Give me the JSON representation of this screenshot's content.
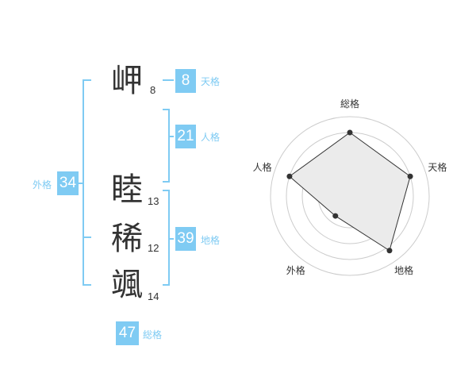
{
  "name": {
    "chars": [
      {
        "char": "岬",
        "strokes": "8"
      },
      {
        "char": "睦",
        "strokes": "13"
      },
      {
        "char": "稀",
        "strokes": "12"
      },
      {
        "char": "颯",
        "strokes": "14"
      }
    ]
  },
  "scores": {
    "tenkaku": {
      "value": "8",
      "label": "天格"
    },
    "jinkaku": {
      "value": "21",
      "label": "人格"
    },
    "chikaku": {
      "value": "39",
      "label": "地格"
    },
    "gaikaku": {
      "value": "34",
      "label": "外格"
    },
    "soukaku": {
      "value": "47",
      "label": "総格"
    }
  },
  "colors": {
    "accent": "#7fcbf3",
    "text": "#333333",
    "grid": "#cccccc",
    "fill": "#ebebeb",
    "center": "#d4d4d4"
  },
  "chart_data": {
    "type": "radar",
    "axes": [
      "総格",
      "天格",
      "地格",
      "外格",
      "人格"
    ],
    "values": [
      4,
      4,
      4.25,
      1.55,
      4
    ],
    "max": 5,
    "rings": 5
  }
}
